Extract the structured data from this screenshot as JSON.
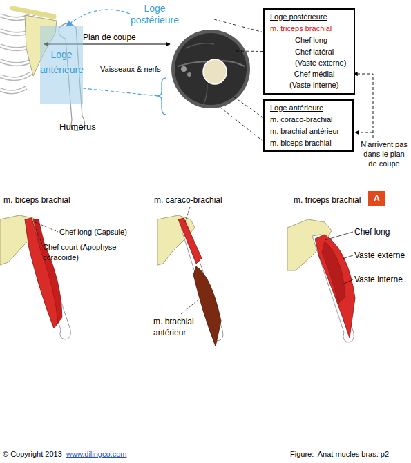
{
  "diagram": {
    "caption": "Figure:  Anat mucles bras. p2",
    "nodes": [
      {
        "text": [
          "Loge antérieure"
        ]
      },
      {
        "text": [
          "Loge postérieure",
          "m. triceps brachial",
          "Chef long",
          "Chef latéral (Vaste externe)",
          "- Chef médial (Vaste interne)"
        ]
      },
      {
        "text": [
          "Loge antérieure",
          "m. coraco-brachial",
          "m. brachial antérieur",
          "m. biceps brachial"
        ]
      },
      {
        "text": [
          "A"
        ]
      }
    ],
    "labels": [
      "Loge postérieure",
      "Plan de coupe",
      "Vaisseaux & nerfs",
      "Humérus",
      "N'arrivent pas dans le plan de coupe",
      "m. biceps brachial",
      "Chef long (Capsule)",
      "Chef court (Apophyse coracoïde)",
      "m. caraco-brachial",
      "m. brachial antérieur",
      "m. triceps brachial",
      "Chef long",
      "Vaste externe",
      "Vaste interne",
      "© Copyright 2013",
      "www.dilingco.com"
    ]
  }
}
